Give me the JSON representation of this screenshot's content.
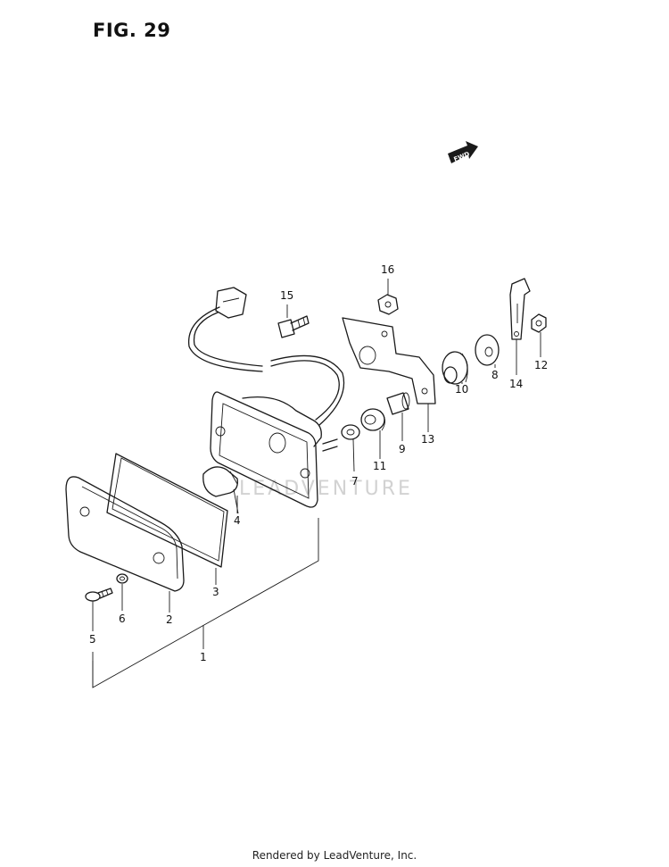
{
  "figure": {
    "title": "FIG. 29"
  },
  "fwd_badge": "FWD",
  "watermark": "LEADVENTURE",
  "callouts": [
    "1",
    "2",
    "3",
    "4",
    "5",
    "6",
    "7",
    "8",
    "9",
    "10",
    "11",
    "12",
    "13",
    "14",
    "15",
    "16"
  ],
  "footer": "Rendered by LeadVenture, Inc."
}
